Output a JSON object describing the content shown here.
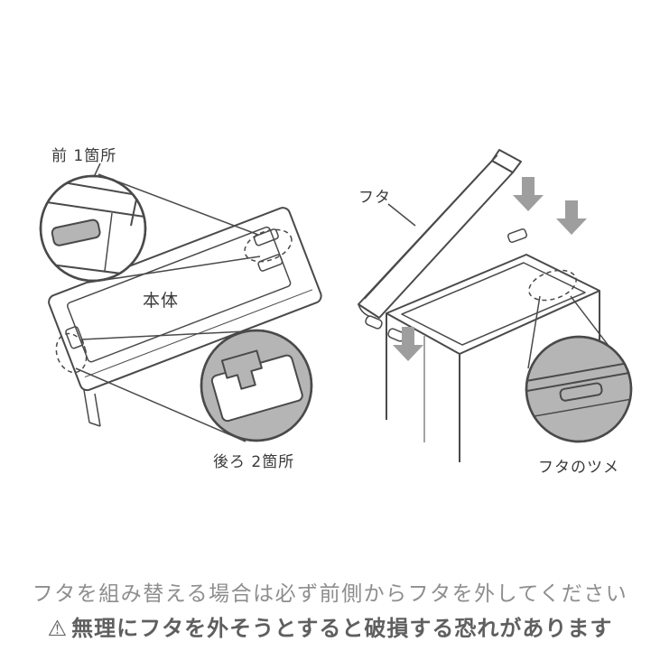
{
  "labels": {
    "front_callout": "前 1箇所",
    "lid": "フタ",
    "body": "本体",
    "back_callout": "後ろ 2箇所",
    "lid_tab": "フタのツメ"
  },
  "caption": {
    "line1": "フタを組み替える場合は必ず前側からフタを外してください",
    "warning_icon": "⚠",
    "line2": "無理にフタを外そうとすると破損する恐れがあります"
  },
  "colors": {
    "line": "#4a4a4a",
    "gray_fill": "#b5b5b5",
    "arrow_gray": "#9e9e9e",
    "caption_gray": "#8e8e8e",
    "warning_gray": "#5f5f5f"
  }
}
